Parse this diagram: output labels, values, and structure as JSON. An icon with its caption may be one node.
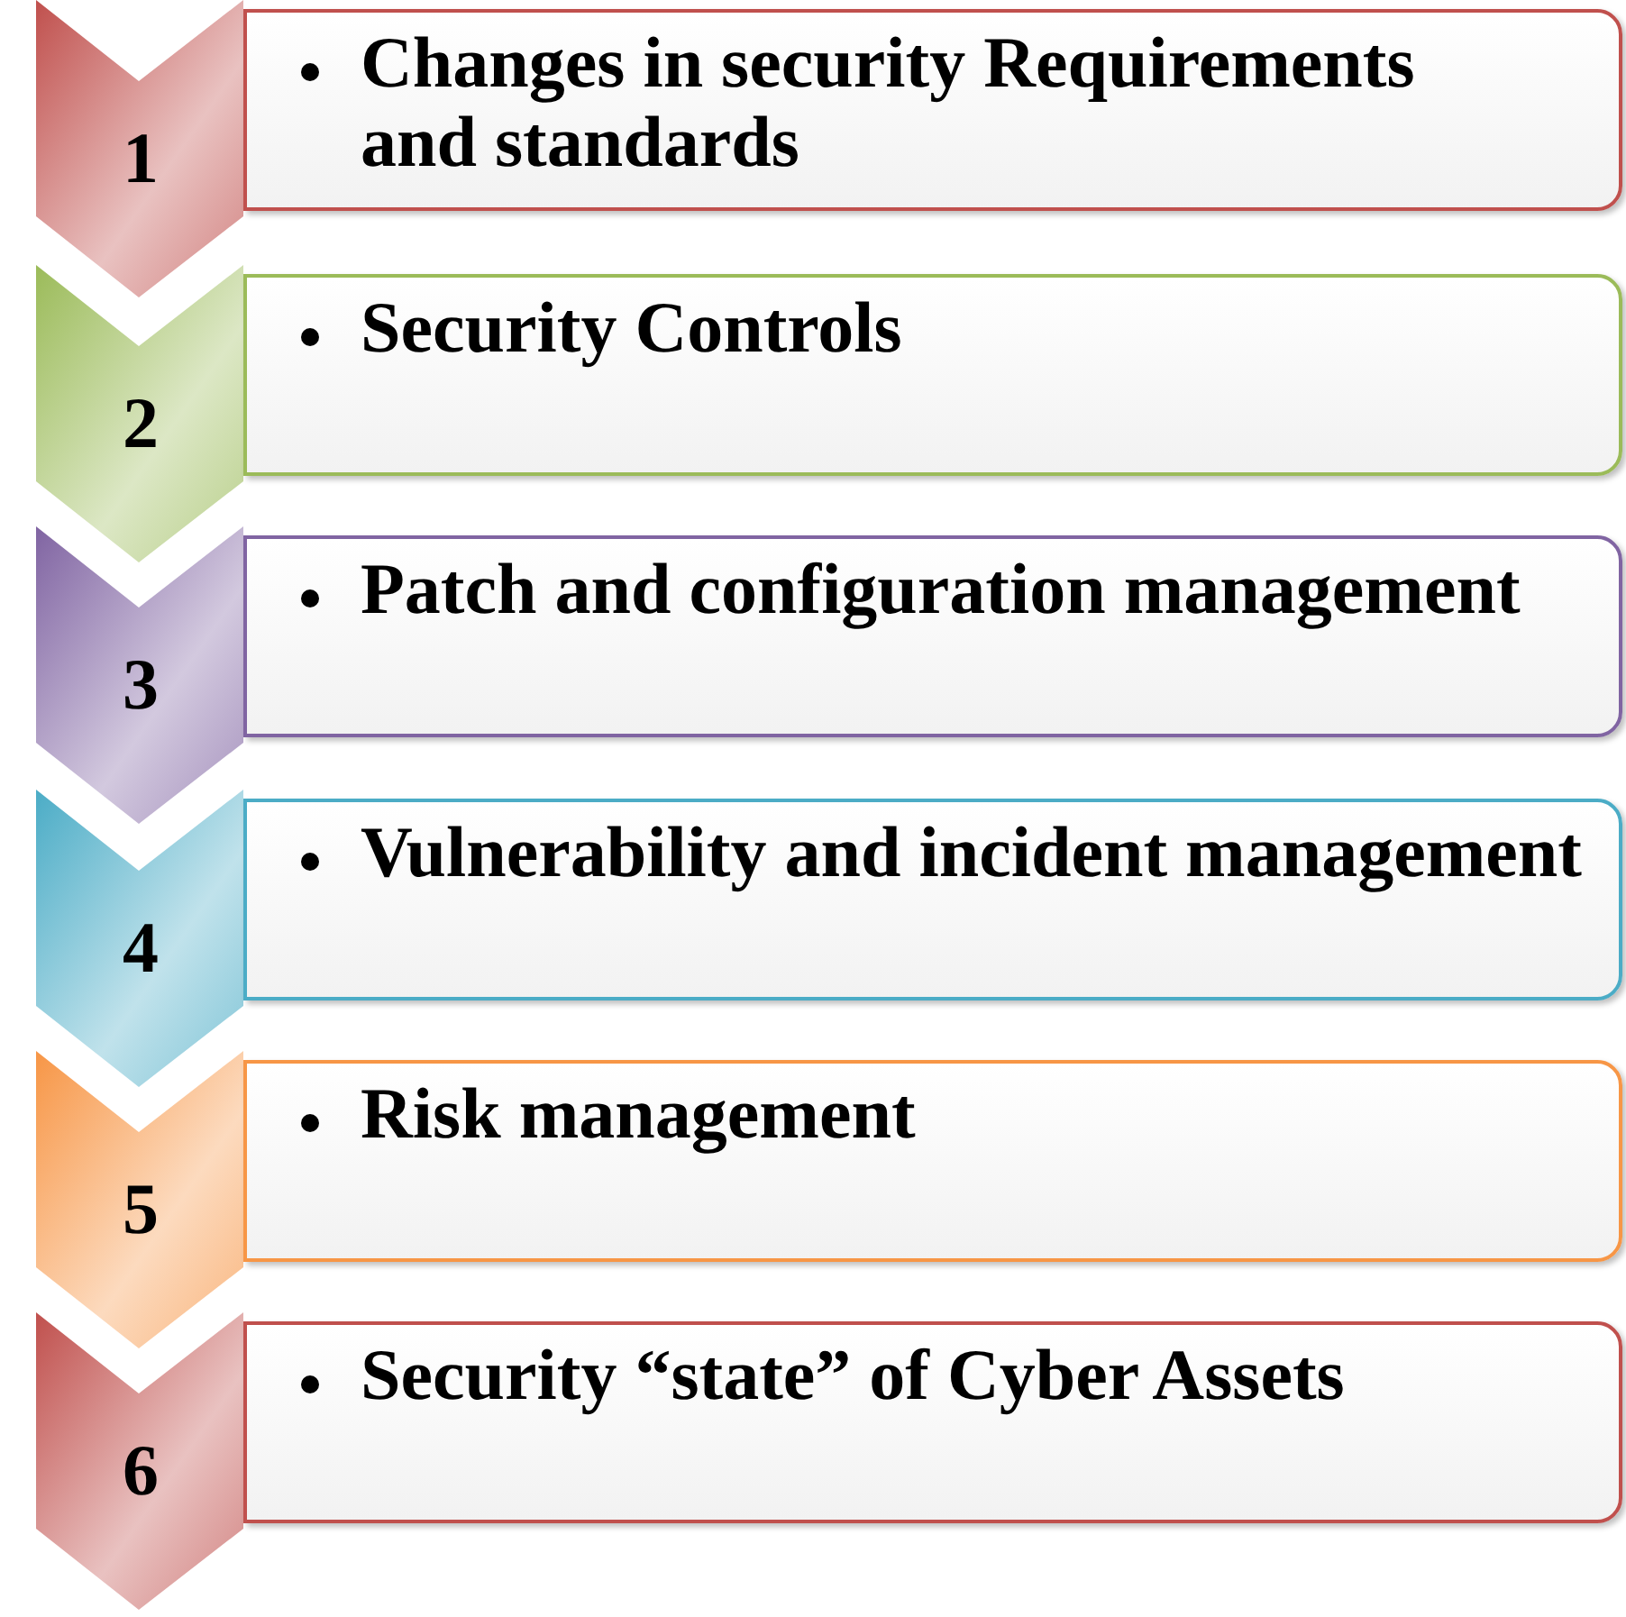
{
  "diagram": {
    "nodes": [
      {
        "text": [
          "1"
        ]
      },
      {
        "text": [
          "Changes in security Requirements and standards"
        ]
      },
      {
        "text": [
          "2"
        ]
      },
      {
        "text": [
          "Security Controls"
        ]
      },
      {
        "text": [
          "3"
        ]
      },
      {
        "text": [
          "Patch and configuration management"
        ]
      },
      {
        "text": [
          "4"
        ]
      },
      {
        "text": [
          "Vulnerability and incident management"
        ]
      },
      {
        "text": [
          "5"
        ]
      },
      {
        "text": [
          "Risk management"
        ]
      },
      {
        "text": [
          "6"
        ]
      },
      {
        "text": [
          "Security “state” of Cyber Assets"
        ]
      }
    ]
  }
}
